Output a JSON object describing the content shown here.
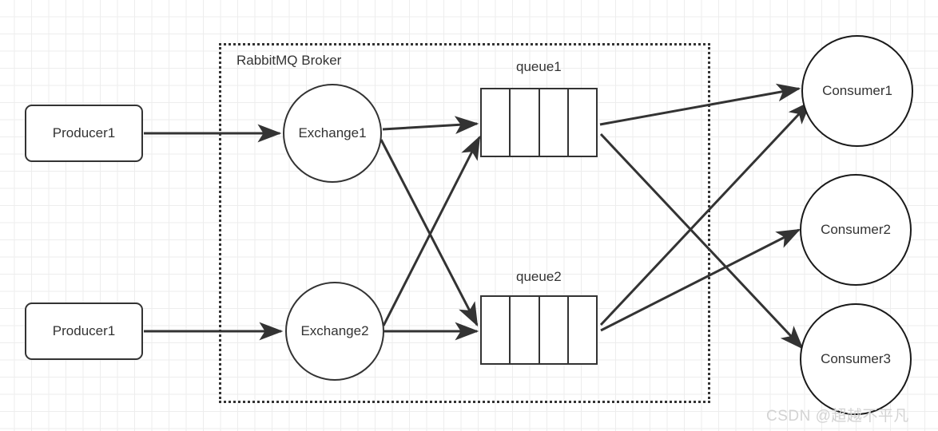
{
  "diagram": {
    "title": "RabbitMQ message routing diagram",
    "broker": {
      "label": "RabbitMQ Broker",
      "border_style": "dotted",
      "border_color": "#333333"
    },
    "producers": [
      {
        "id": "producer1",
        "label": "Producer1"
      },
      {
        "id": "producer2",
        "label": "Producer1"
      }
    ],
    "exchanges": [
      {
        "id": "exchange1",
        "label": "Exchange1"
      },
      {
        "id": "exchange2",
        "label": "Exchange2"
      }
    ],
    "queues": [
      {
        "id": "queue1",
        "label": "queue1",
        "cells": 4
      },
      {
        "id": "queue2",
        "label": "queue2",
        "cells": 4
      }
    ],
    "consumers": [
      {
        "id": "consumer1",
        "label": "Consumer1"
      },
      {
        "id": "consumer2",
        "label": "Consumer2"
      },
      {
        "id": "consumer3",
        "label": "Consumer3"
      }
    ],
    "connections": [
      {
        "from": "producer1",
        "to": "exchange1"
      },
      {
        "from": "producer2",
        "to": "exchange2"
      },
      {
        "from": "exchange1",
        "to": "queue1"
      },
      {
        "from": "exchange1",
        "to": "queue2"
      },
      {
        "from": "exchange2",
        "to": "queue1"
      },
      {
        "from": "exchange2",
        "to": "queue2"
      },
      {
        "from": "queue1",
        "to": "consumer1"
      },
      {
        "from": "queue1",
        "to": "consumer3"
      },
      {
        "from": "queue2",
        "to": "consumer1"
      },
      {
        "from": "queue2",
        "to": "consumer2"
      }
    ],
    "colors": {
      "stroke": "#333333",
      "background": "#ffffff",
      "grid_line": "#ededed",
      "watermark": "#d3d3d3"
    }
  },
  "watermark": {
    "text": "CSDN @超越不平凡"
  }
}
